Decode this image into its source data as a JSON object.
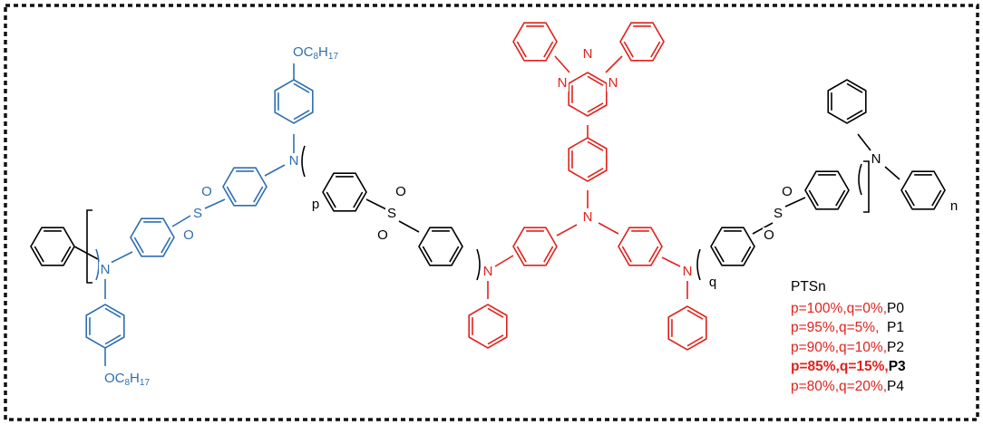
{
  "labels": {
    "sulfone": "S",
    "oxygen": "O",
    "nitrogen": "N",
    "oc_prefix": "OC",
    "oc_c": "8",
    "oc_h": "H",
    "oc_hsub": "17",
    "sub_p": "p",
    "sub_q": "q",
    "sub_n": "n"
  },
  "legend": {
    "title": "PTSn",
    "rows": [
      {
        "ratio": "p=100%,q=0%,",
        "name": "P0",
        "bold": false
      },
      {
        "ratio": "p=95%,q=5%,  ",
        "name": "P1",
        "bold": false
      },
      {
        "ratio": "p=90%,q=10%,",
        "name": "P2",
        "bold": false
      },
      {
        "ratio": "p=85%,q=15%,",
        "name": "P3",
        "bold": true
      },
      {
        "ratio": "p=80%,q=20%,",
        "name": "P4",
        "bold": false
      }
    ]
  },
  "colors": {
    "blue_unit": "#2e6fb0",
    "red_unit": "#e0221c",
    "black_unit": "#000000"
  }
}
